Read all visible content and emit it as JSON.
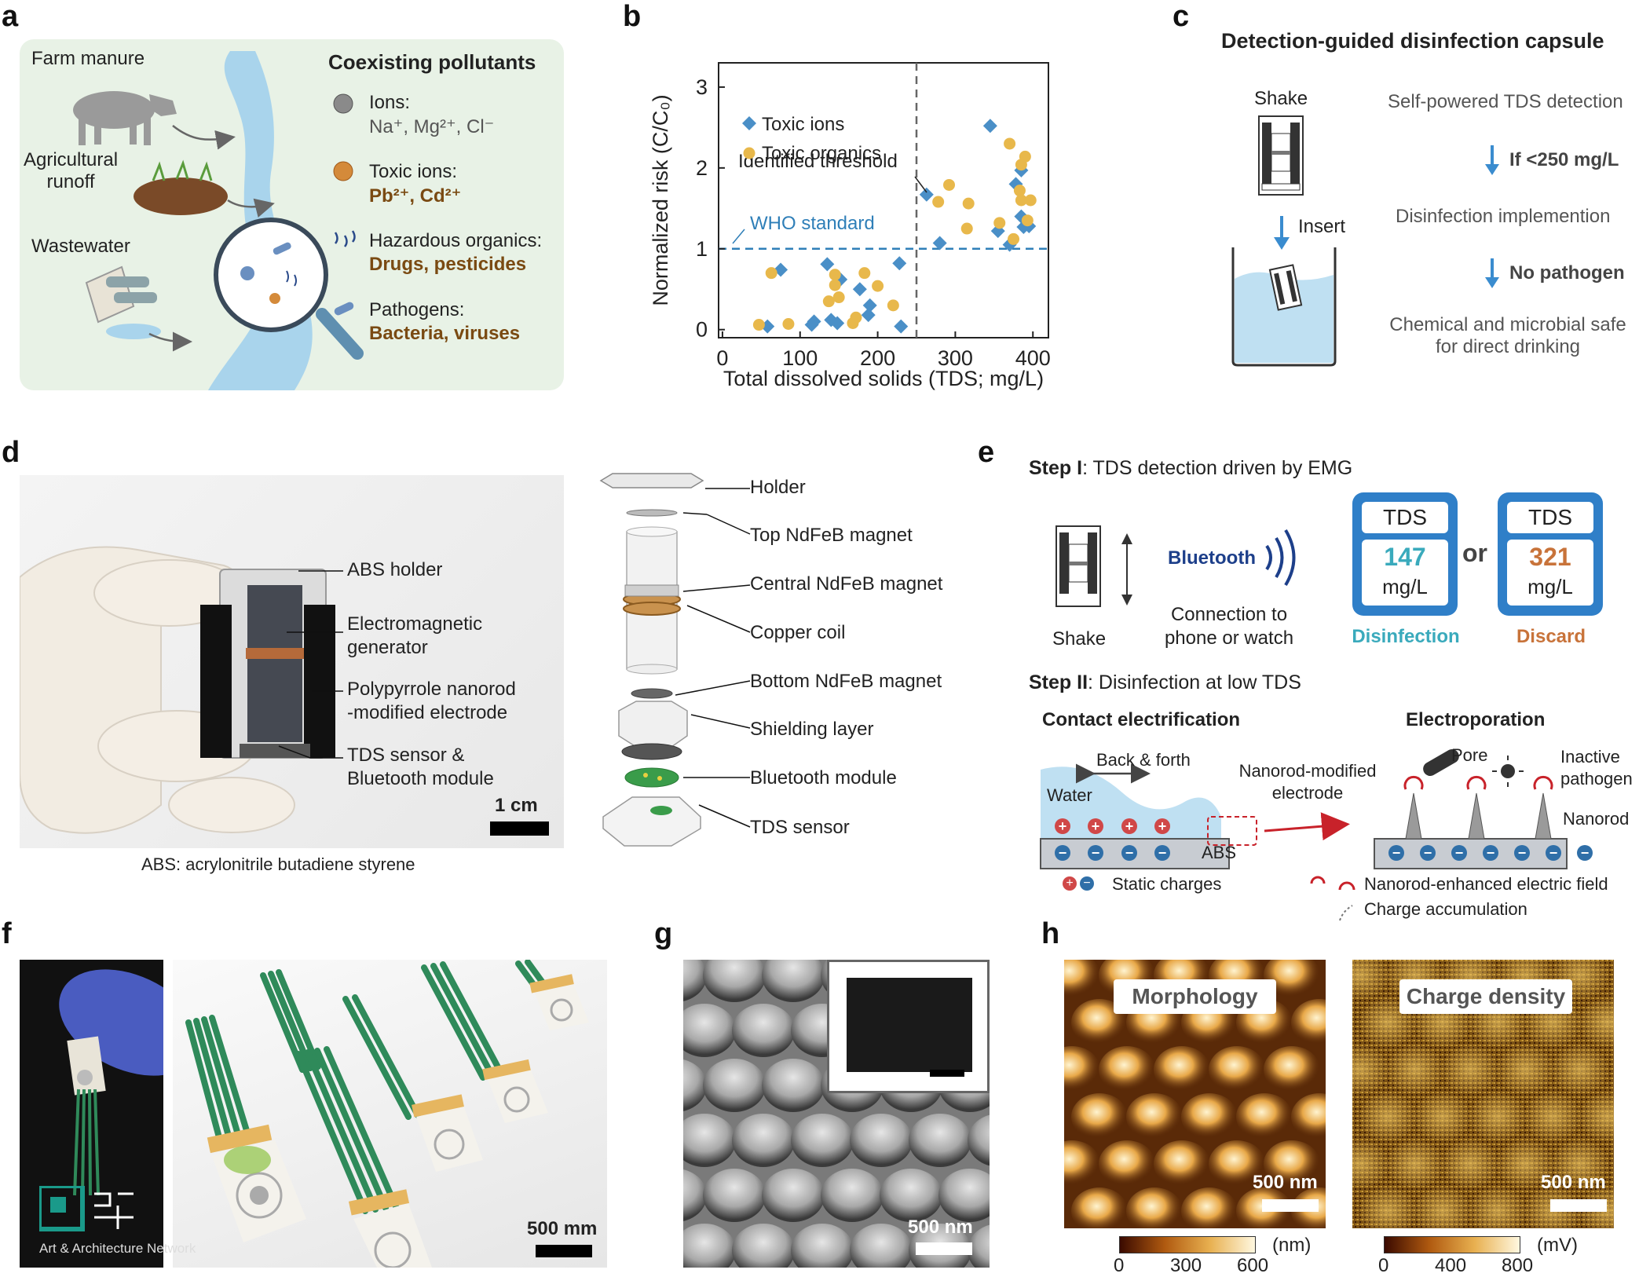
{
  "panels": {
    "a": "a",
    "b": "b",
    "c": "c",
    "d": "d",
    "e": "e",
    "f": "f",
    "g": "g",
    "h": "h"
  },
  "panel_a": {
    "sources": [
      "Farm manure",
      "Agricultural\nrunoff",
      "Wastewater"
    ],
    "title": "Coexisting pollutants",
    "items": [
      {
        "label": "Ions:",
        "detail": "Na⁺, Mg²⁺, Cl⁻",
        "icon": "grey-sphere-icon"
      },
      {
        "label": "Toxic ions:",
        "detail": "Pb²⁺, Cd²⁺",
        "icon": "orange-sphere-icon"
      },
      {
        "label": "Hazardous organics:",
        "detail": "Drugs, pesticides",
        "icon": "molecule-icon"
      },
      {
        "label": "Pathogens:",
        "detail": "Bacteria, viruses",
        "icon": "bacterium-icon"
      }
    ],
    "colors": {
      "panel_bg": "#e8f2e6",
      "river": "#a9d4ec",
      "detail_text": "#7a4a12"
    }
  },
  "chart_data": {
    "type": "scatter",
    "xlabel": "Total dissolved solids (TDS; mg/L)",
    "ylabel": "Normalized risk (C/C₀)",
    "xlim": [
      -5,
      420
    ],
    "ylim": [
      -0.1,
      3.3
    ],
    "xticks": [
      0,
      100,
      200,
      300,
      400
    ],
    "yticks": [
      0,
      1,
      2,
      3
    ],
    "legend_position": "top-left",
    "series": [
      {
        "name": "Toxic ions",
        "marker": "diamond",
        "color": "#4a8fc7",
        "points": [
          [
            58,
            0.04
          ],
          [
            75,
            0.74
          ],
          [
            115,
            0.06
          ],
          [
            118,
            0.1
          ],
          [
            135,
            0.81
          ],
          [
            140,
            0.12
          ],
          [
            148,
            0.08
          ],
          [
            152,
            0.62
          ],
          [
            177,
            0.5
          ],
          [
            188,
            0.18
          ],
          [
            190,
            0.3
          ],
          [
            228,
            0.82
          ],
          [
            230,
            0.04
          ],
          [
            263,
            1.67
          ],
          [
            280,
            1.07
          ],
          [
            345,
            2.52
          ],
          [
            355,
            1.22
          ],
          [
            370,
            1.05
          ],
          [
            378,
            1.8
          ],
          [
            385,
            1.97
          ],
          [
            385,
            1.4
          ],
          [
            388,
            1.27
          ],
          [
            395,
            1.28
          ]
        ]
      },
      {
        "name": "Toxic organics",
        "marker": "circle",
        "color": "#e8b84b",
        "points": [
          [
            47,
            0.06
          ],
          [
            63,
            0.7
          ],
          [
            85,
            0.07
          ],
          [
            137,
            0.35
          ],
          [
            145,
            0.55
          ],
          [
            145,
            0.68
          ],
          [
            150,
            0.4
          ],
          [
            168,
            0.08
          ],
          [
            172,
            0.15
          ],
          [
            183,
            0.7
          ],
          [
            200,
            0.54
          ],
          [
            220,
            0.3
          ],
          [
            278,
            1.58
          ],
          [
            292,
            1.79
          ],
          [
            317,
            1.56
          ],
          [
            315,
            1.25
          ],
          [
            357,
            1.32
          ],
          [
            370,
            2.3
          ],
          [
            375,
            1.12
          ],
          [
            383,
            1.72
          ],
          [
            385,
            1.6
          ],
          [
            385,
            2.04
          ],
          [
            390,
            2.14
          ],
          [
            393,
            1.35
          ],
          [
            397,
            1.6
          ]
        ]
      }
    ],
    "annotations": {
      "threshold_x": 250,
      "threshold_label": "Identified threshold",
      "standard_y": 1,
      "standard_label": "WHO standard"
    },
    "colors": {
      "standard_line": "#2f7fb8",
      "threshold_line": "#666666"
    }
  },
  "panel_c": {
    "title": "Detection-guided disinfection capsule",
    "shake": "Shake",
    "insert": "Insert",
    "flow": [
      "Self-powered TDS detection",
      "If <250 mg/L",
      "Disinfection implemention",
      "No pathogen",
      "Chemical and microbial safe\nfor direct drinking"
    ]
  },
  "panel_d": {
    "photo_labels": [
      "ABS holder",
      "Electromagnetic\ngenerator",
      "Polypyrrole nanorod\n-modified electrode",
      "TDS sensor &\nBluetooth module"
    ],
    "scale": "1 cm",
    "caption": "ABS: acrylonitrile butadiene styrene",
    "exploded_labels": [
      "Holder",
      "Top NdFeB magnet",
      "Central NdFeB magnet",
      "Copper coil",
      "Bottom NdFeB magnet",
      "Shielding layer",
      "Bluetooth module",
      "TDS sensor"
    ]
  },
  "panel_e": {
    "step1_bold": "Step I",
    "step1_rest": ": TDS detection driven by EMG",
    "shake": "Shake",
    "bluetooth": "Bluetooth",
    "connection": "Connection to\nphone or watch",
    "screens": [
      {
        "title": "TDS",
        "value": "147",
        "unit": "mg/L",
        "caption": "Disinfection",
        "color": "#3aaabc"
      },
      {
        "title": "TDS",
        "value": "321",
        "unit": "mg/L",
        "caption": "Discard",
        "color": "#c8733a"
      }
    ],
    "or": "or",
    "step2_bold": "Step II",
    "step2_rest": ": Disinfection at low TDS",
    "contact_title": "Contact electrification",
    "electro_title": "Electroporation",
    "back_forth": "Back & forth",
    "water": "Water",
    "abs": "ABS",
    "nanorod_electrode": "Nanorod-modified\nelectrode",
    "pore": "Pore",
    "inactive": "Inactive\npathogen",
    "nanorod": "Nanorod",
    "legend_static": "Static charges",
    "legend_field": "Nanorod-enhanced electric field",
    "legend_charge": "Charge accumulation",
    "colors": {
      "screen_blue": "#2f7fc8",
      "bluetooth": "#1d3f8a",
      "plus": "#d04848",
      "minus": "#2f6fa8"
    }
  },
  "panel_f": {
    "scale": "500 mm",
    "watermark_sub": "Art & Architecture Network"
  },
  "panel_g": {
    "scale": "500 nm"
  },
  "panel_h": {
    "left_title": "Morphology",
    "right_title": "Charge density",
    "left_scale": "500 nm",
    "right_scale": "500 nm",
    "left_unit": "(nm)",
    "right_unit": "(mV)",
    "left_ticks": [
      "0",
      "300",
      "600"
    ],
    "right_ticks": [
      "0",
      "400",
      "800"
    ]
  }
}
